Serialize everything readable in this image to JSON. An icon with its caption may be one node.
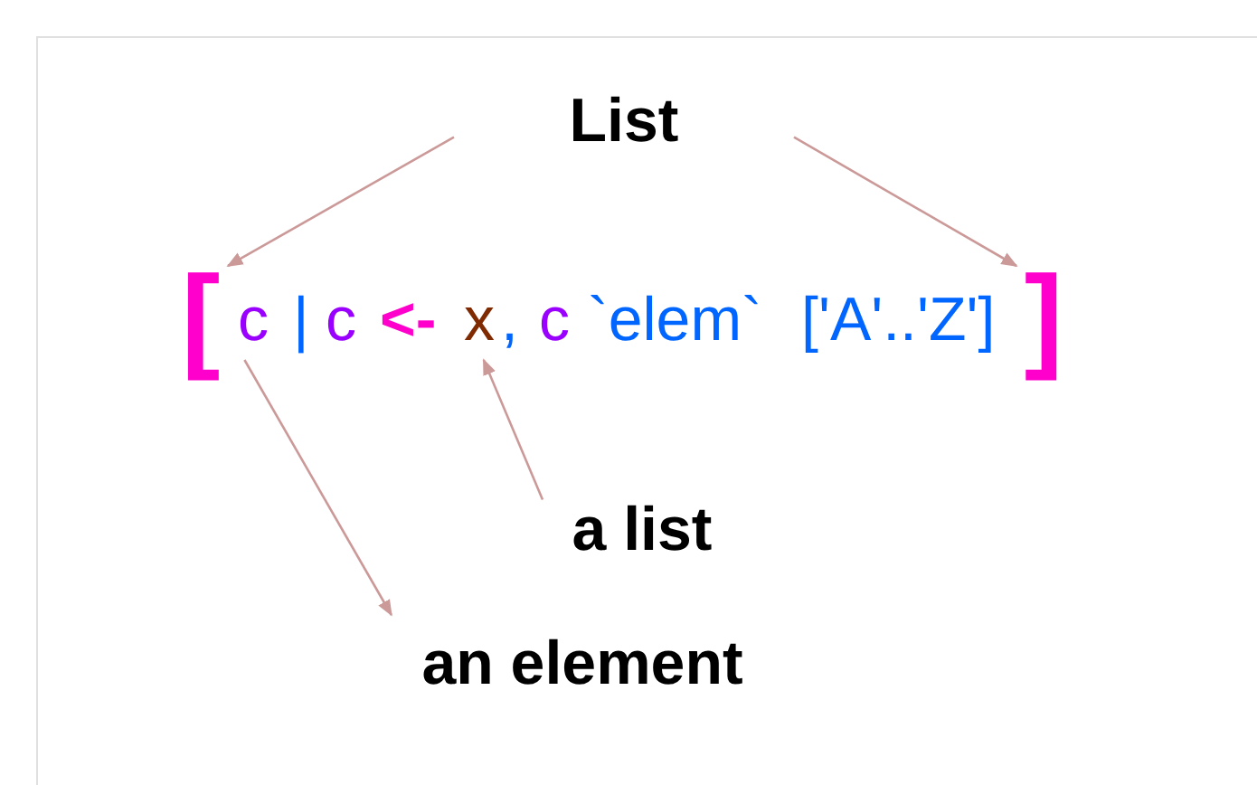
{
  "diagram": {
    "nodes": [
      {
        "text": [
          "List"
        ]
      },
      {
        "text": [
          "["
        ]
      },
      {
        "text": [
          "c"
        ]
      },
      {
        "text": [
          "x"
        ]
      },
      {
        "text": [
          "]"
        ]
      },
      {
        "text": [
          "a list"
        ]
      },
      {
        "text": [
          "an element"
        ]
      }
    ],
    "edges": [
      {
        "from": 0,
        "to": 1,
        "arrow": "to"
      },
      {
        "from": 0,
        "to": 4,
        "arrow": "to"
      },
      {
        "from": 2,
        "to": 6,
        "arrow": "to"
      },
      {
        "from": 5,
        "to": 3,
        "arrow": "to"
      }
    ],
    "labels": [
      "|",
      "c",
      "<-",
      ",",
      "c",
      "`elem`",
      "['A'..'Z']"
    ]
  }
}
